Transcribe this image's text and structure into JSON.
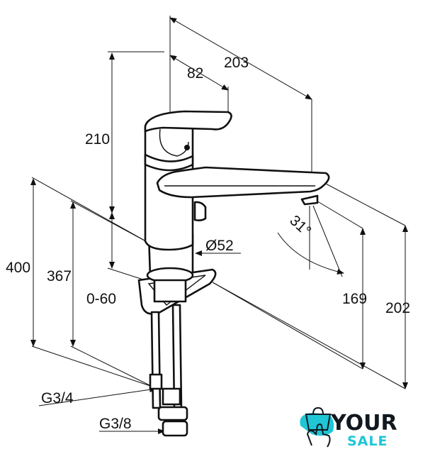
{
  "dimensions": {
    "overall_reach": "203",
    "handle_reach": "82",
    "height_above_deck": "210",
    "total_height": "400",
    "hose_length": "367",
    "deck_thickness": "0-60",
    "body_diameter": "Ø52",
    "swivel_angle": "31°",
    "spout_clearance": "169",
    "spout_top_height": "202",
    "connection_large": "G3/4",
    "connection_small": "G3/8"
  },
  "logo": {
    "line1": "YOUR",
    "line2": "SALE",
    "accent_color": "#1ec6d6",
    "dark_color": "#111820"
  }
}
